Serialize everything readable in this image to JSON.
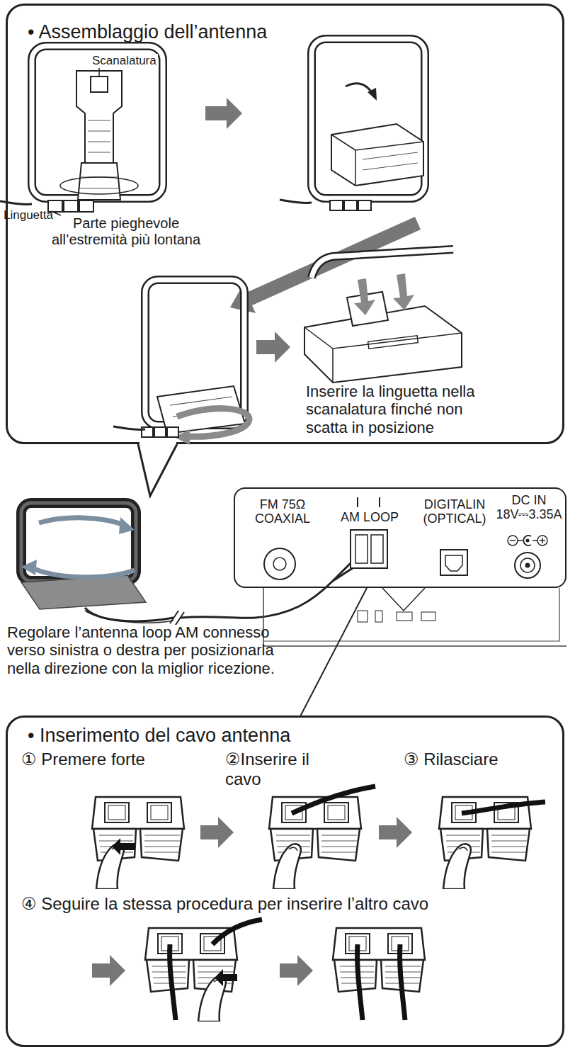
{
  "diagram": {
    "nodes": [
      {
        "text": [
          "• Assemblaggio dell’antenna"
        ]
      },
      {
        "text": [
          "FM 75Ω COAXIAL",
          "AM LOOP",
          "DIGITALIN (OPTICAL)",
          "DC IN 18V⎓3.35A"
        ]
      },
      {
        "text": [
          "• Inserimento del cavo antenna"
        ]
      }
    ],
    "edges": [
      {
        "from": 1,
        "to": 2,
        "arrow": "none"
      }
    ],
    "labels": [
      "Scanalatura",
      "Linguetta",
      "Parte pieghevole all’estremità più lontana",
      "Inserire la linguetta nella scanalatura finché non scatta in posizione",
      "Regolare l’antenna loop AM connesso verso sinistra o destra per posizionarla nella direzione con la miglior ricezione.",
      "① Premere forte",
      "②Inserire il cavo",
      "③ Rilasciare",
      "④ Seguire la stessa procedura per inserire l’altro cavo"
    ]
  }
}
